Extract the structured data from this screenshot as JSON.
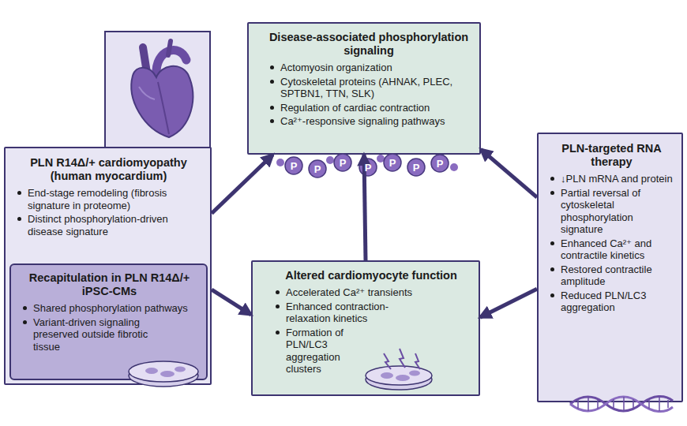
{
  "diagram": {
    "nodes": [
      {
        "text": [
          "PLN R14Δ/+ cardiomyopathy (human myocardium)",
          "End-stage remodeling (fibrosis signature in proteome)",
          "Distinct phosphorylation-driven disease signature"
        ]
      },
      {
        "text": [
          "Recapitulation in PLN R14Δ/+ iPSC-CMs",
          "Shared phosphorylation pathways",
          "Variant-driven signaling preserved outside fibrotic tissue"
        ],
        "in": 0
      },
      {
        "text": [
          "Disease-associated phosphorylation signaling",
          "Actomyosin organization",
          "Cytoskeletal proteins (AHNAK, PLEC, SPTBN1, TTN, SLK)",
          "Regulation of cardiac contraction",
          "Ca²⁺-responsive signaling pathways"
        ]
      },
      {
        "text": [
          "Altered cardiomyocyte function",
          "Accelerated Ca²⁺ transients",
          "Enhanced contraction-relaxation kinetics",
          "Formation of PLN/LC3 aggregation clusters"
        ]
      },
      {
        "text": [
          "PLN-targeted RNA therapy",
          "↓PLN mRNA and protein",
          "Partial reversal of cytoskeletal phosphorylation signature",
          "Enhanced Ca²⁺ and contractile kinetics",
          "Restored contractile amplitude",
          "Reduced PLN/LC3 aggregation"
        ]
      }
    ],
    "edges": [
      {
        "from": 0,
        "to": 2,
        "arrow": "to"
      },
      {
        "from": 0,
        "to": 3,
        "arrow": "to"
      },
      {
        "from": 3,
        "to": 2,
        "arrow": "to"
      },
      {
        "from": 4,
        "to": 2,
        "arrow": "to"
      },
      {
        "from": 4,
        "to": 3,
        "arrow": "to"
      }
    ],
    "labels": [
      "P",
      "P",
      "P",
      "P",
      "P",
      "P",
      "P"
    ]
  }
}
